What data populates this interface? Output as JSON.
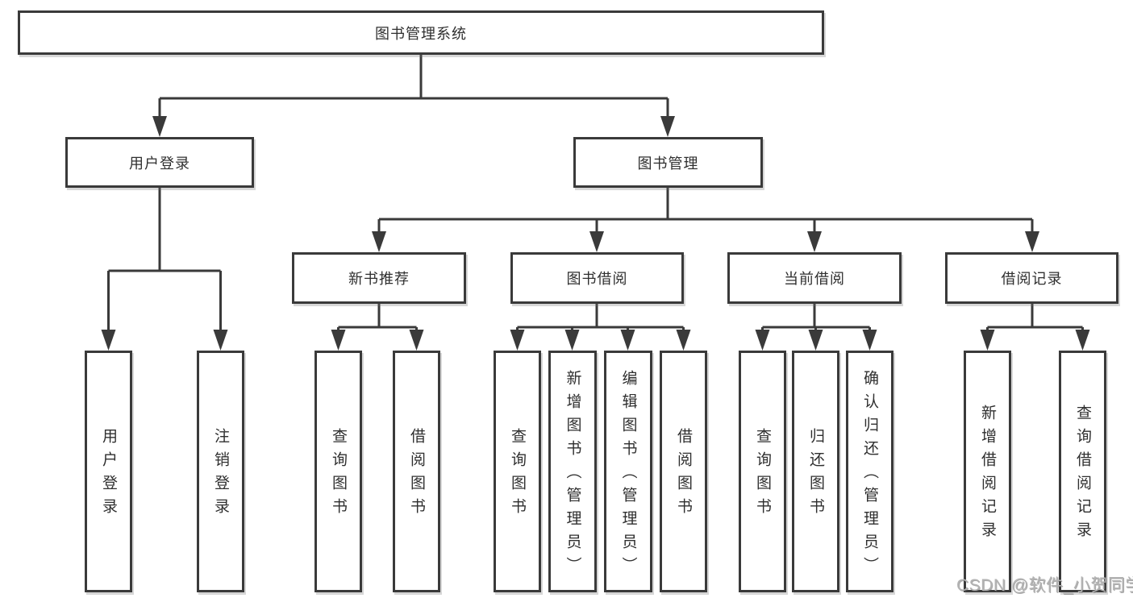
{
  "diagram": {
    "root": "图书管理系统",
    "level2": {
      "user_login": "用户登录",
      "book_mgmt": "图书管理"
    },
    "level3": {
      "new_books": "新书推荐",
      "borrowing": "图书借阅",
      "current": "当前借阅",
      "records": "借阅记录"
    },
    "leaves": {
      "user_login": "用户登录",
      "logout": "注销登录",
      "nb_query": "查询图书",
      "nb_borrow": "借阅图书",
      "bb_query": "查询图书",
      "bb_add": "新增图书（管理员）",
      "bb_edit": "编辑图书（管理员）",
      "bb_borrow": "借阅图书",
      "cb_query": "查询图书",
      "cb_return": "归还图书",
      "cb_confirm": "确认归还（管理员）",
      "rec_add": "新增借阅记录",
      "rec_query": "查询借阅记录"
    }
  },
  "watermark": "CSDN @软件_小贺同学"
}
